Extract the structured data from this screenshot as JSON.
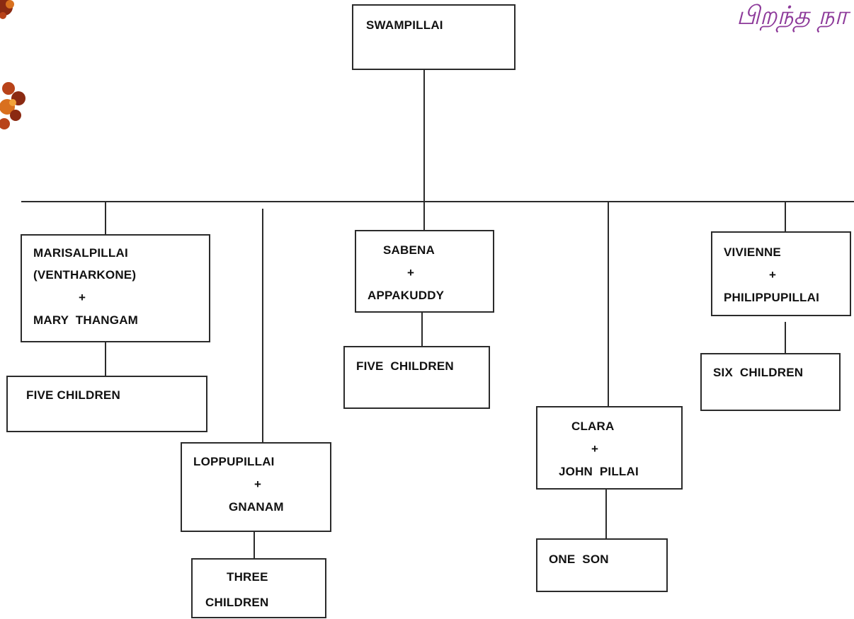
{
  "header": {
    "tamil_text": "பிறந்த நா"
  },
  "root": {
    "name": "SWAMPILLAI"
  },
  "families": [
    {
      "lines": [
        "MARISALPILLAI",
        "(VENTHARKONE)",
        "+",
        "MARY  THANGAM"
      ],
      "children": "FIVE CHILDREN"
    },
    {
      "lines": [
        "LOPPUPILLAI",
        "+",
        "GNANAM"
      ],
      "children": [
        "THREE",
        "CHILDREN"
      ]
    },
    {
      "lines": [
        "SABENA",
        "+",
        "APPAKUDDY"
      ],
      "children": "FIVE  CHILDREN"
    },
    {
      "lines": [
        "CLARA",
        "+",
        "JOHN  PILLAI"
      ],
      "children": "ONE  SON"
    },
    {
      "lines": [
        "VIVIENNE",
        "+",
        "PHILIPPUPILLAI"
      ],
      "children": "SIX  CHILDREN"
    }
  ],
  "colors": {
    "line": "#2b2b2b",
    "flower_dark": "#8b2a12",
    "flower_orange": "#d9701e",
    "tamil": "#8d3a9a"
  },
  "decorations": [
    "flower-ornament",
    "flower-ornament"
  ]
}
